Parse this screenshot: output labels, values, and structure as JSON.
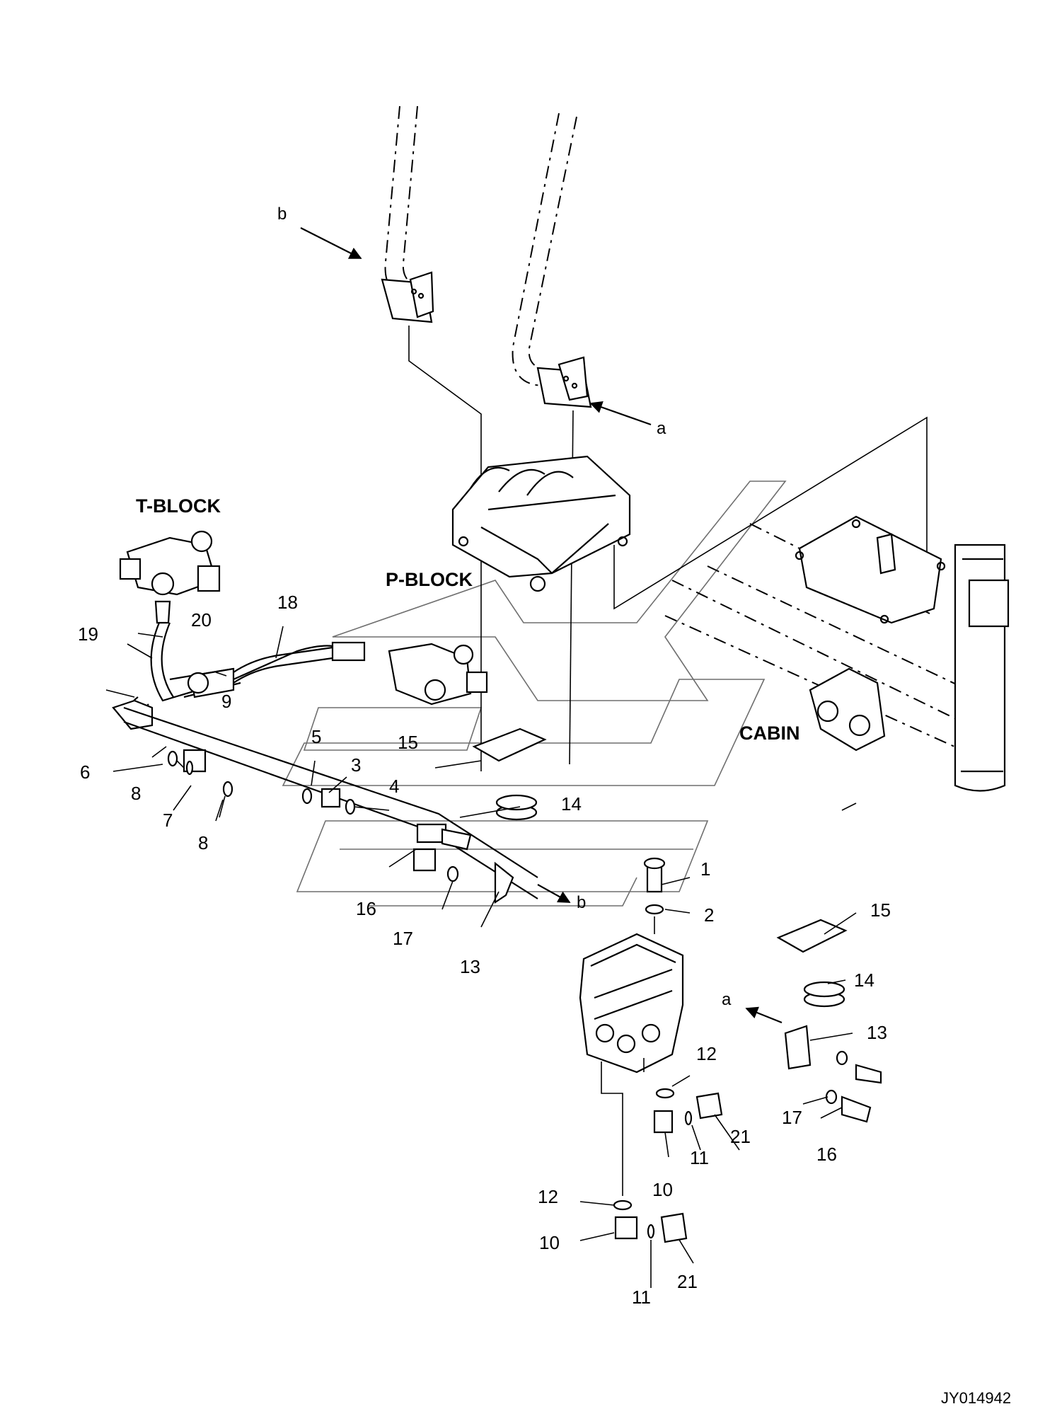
{
  "drawing": {
    "code": "JY014942",
    "block_labels": {
      "t_block": "T-BLOCK",
      "p_block": "P-BLOCK",
      "cabin": "CABIN"
    },
    "view_refs": [
      {
        "letter": "b"
      },
      {
        "letter": "a"
      }
    ],
    "callouts": [
      "1",
      "2",
      "3",
      "4",
      "5",
      "6",
      "7",
      "8",
      "8",
      "9",
      "10",
      "10",
      "11",
      "11",
      "12",
      "12",
      "13",
      "13",
      "14",
      "14",
      "15",
      "15",
      "16",
      "16",
      "17",
      "17",
      "18",
      "19",
      "20",
      "21",
      "21"
    ]
  },
  "icons": [
    "arrow-icon",
    "watermark-logo"
  ],
  "colors": {
    "ink": "#000000",
    "background": "#ffffff",
    "watermark": "#6f6f6f"
  }
}
